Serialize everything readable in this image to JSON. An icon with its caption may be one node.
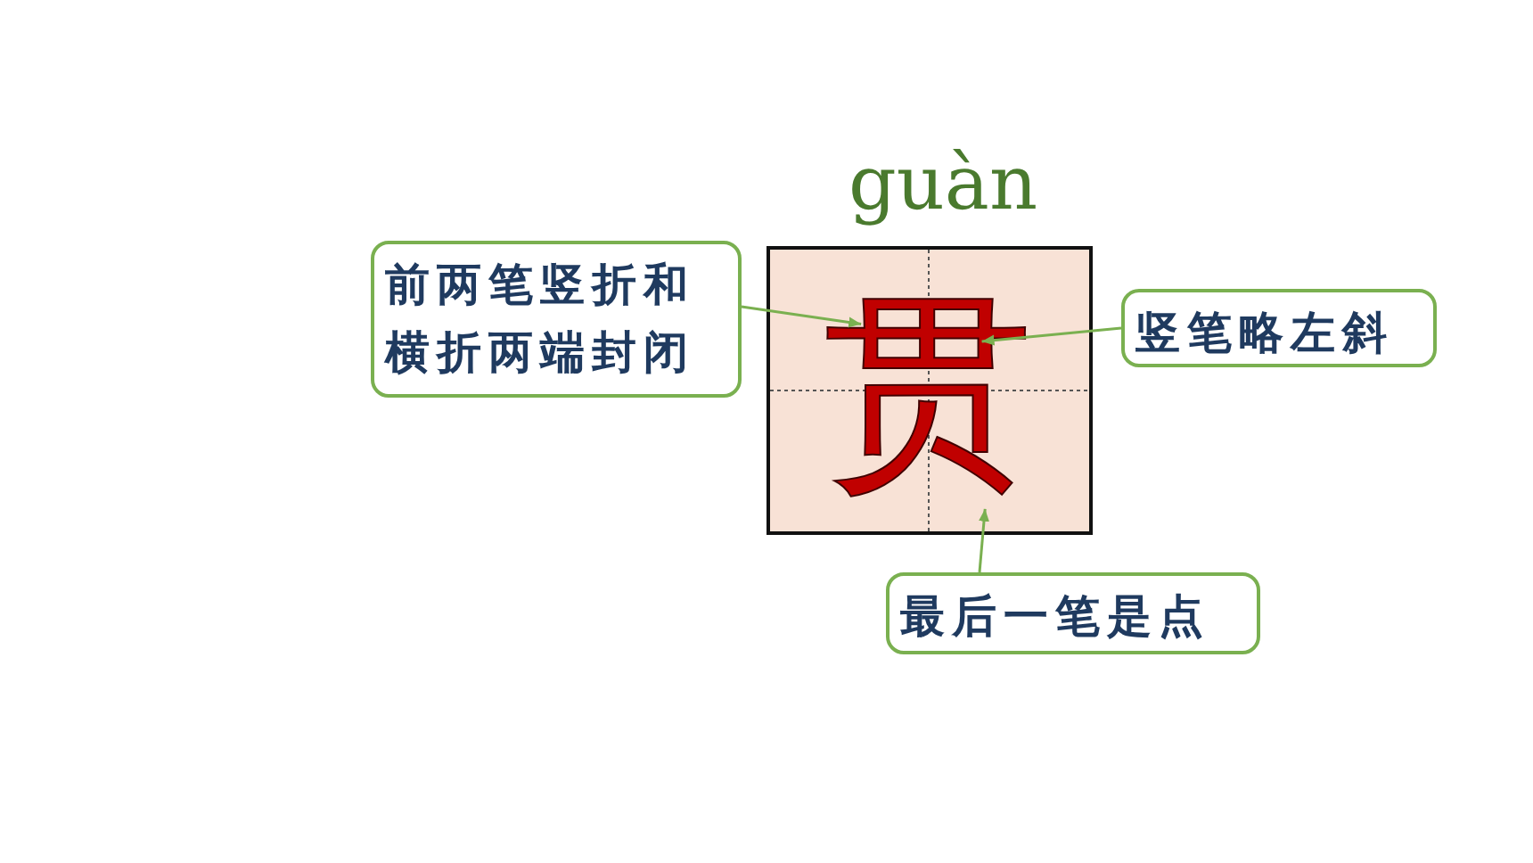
{
  "diagram": {
    "nodes": [
      {
        "text": [
          "guàn",
          "贯"
        ]
      },
      {
        "text": [
          "前两笔竖折和横折两端封闭"
        ]
      },
      {
        "text": [
          "竖笔略左斜"
        ]
      },
      {
        "text": [
          "最后一笔是点"
        ]
      }
    ],
    "edges": [
      {
        "from": 1,
        "to": 0,
        "arrow": "to"
      },
      {
        "from": 2,
        "to": 0,
        "arrow": "to"
      },
      {
        "from": 3,
        "to": 0,
        "arrow": "to"
      }
    ]
  }
}
